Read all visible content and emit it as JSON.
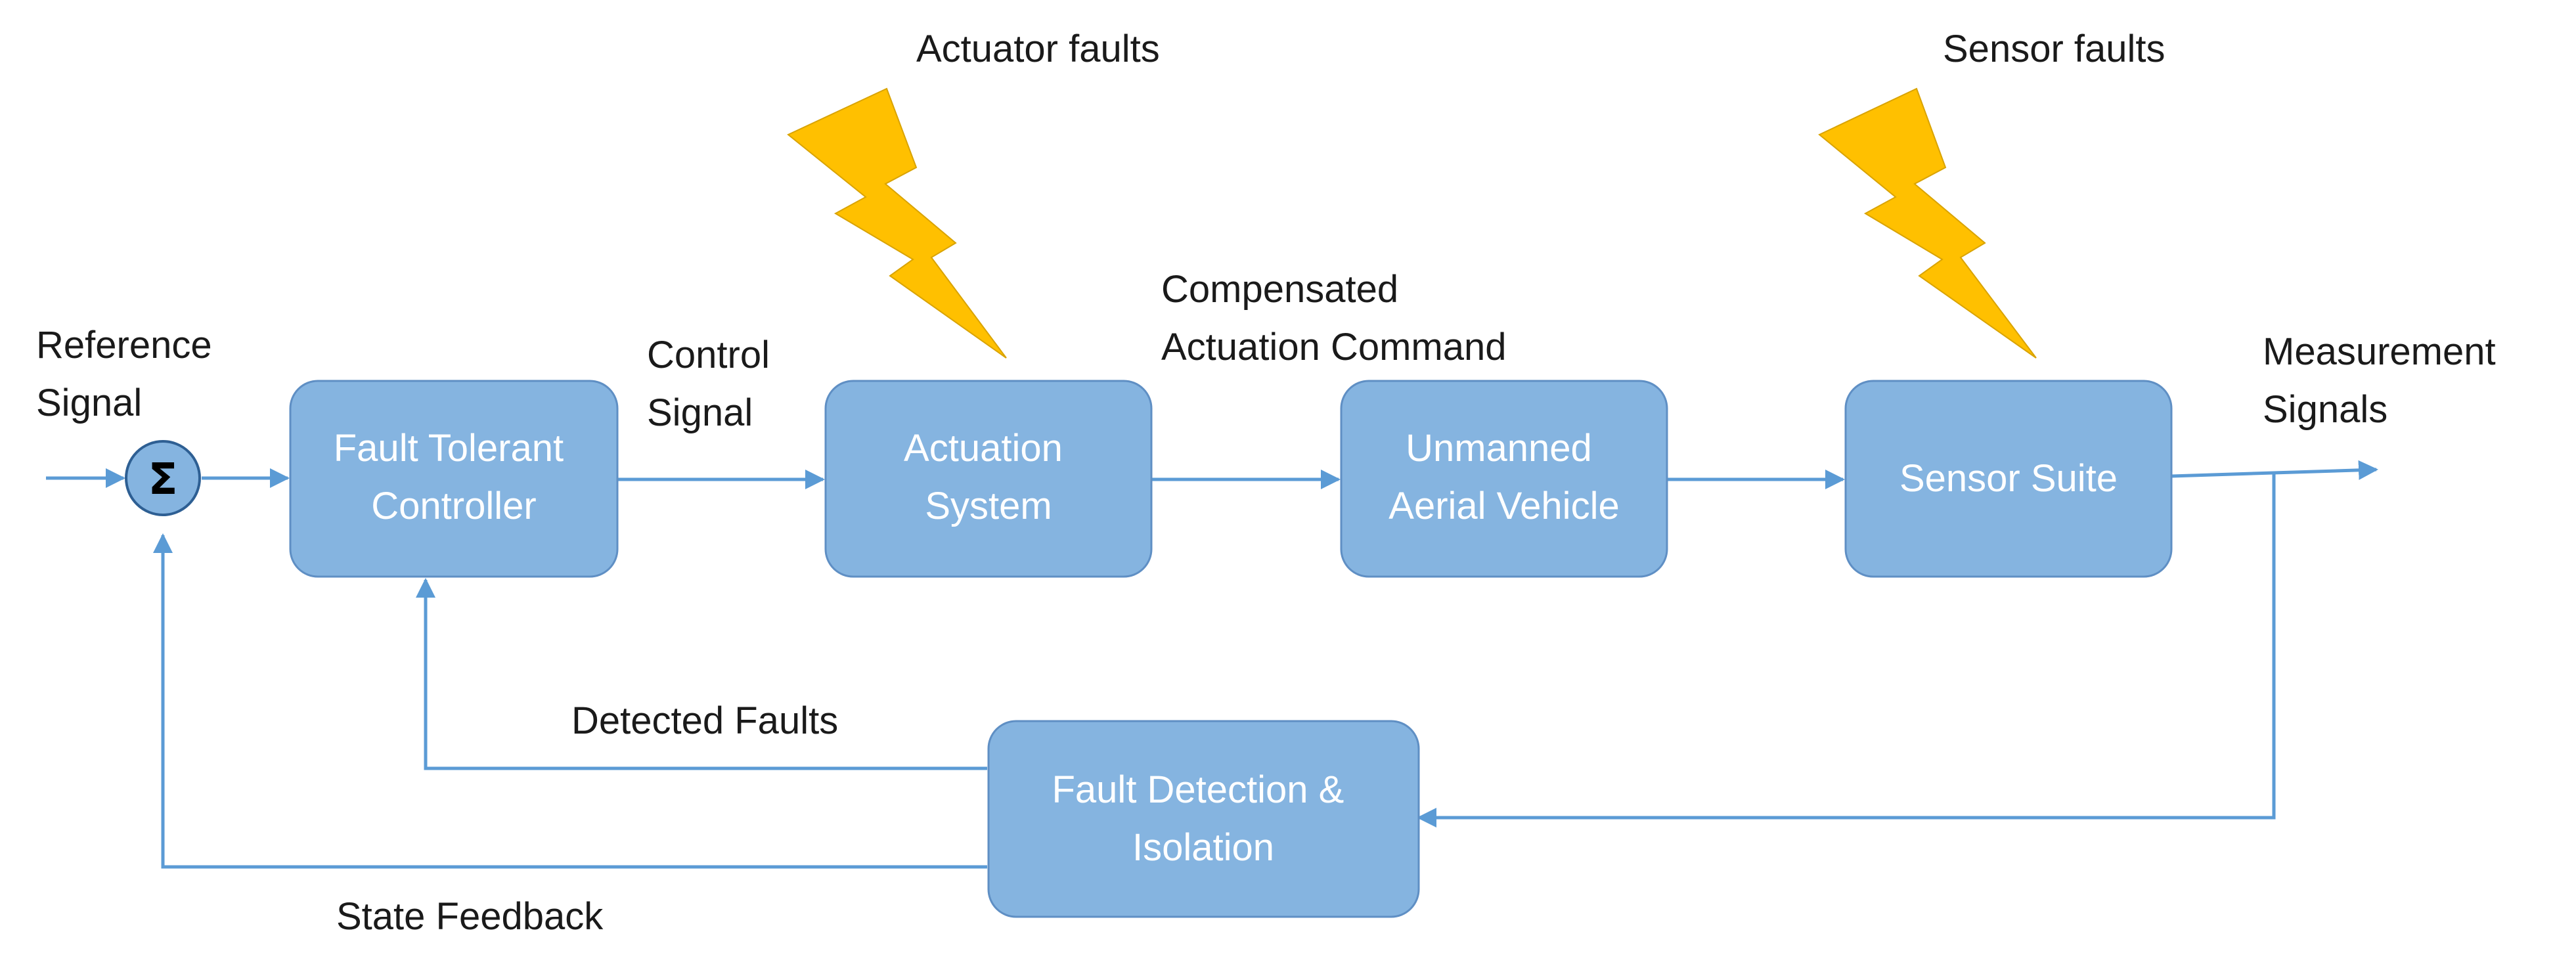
{
  "faults": {
    "actuator": "Actuator faults",
    "sensor": "Sensor faults"
  },
  "sum": {
    "symbol": "Σ"
  },
  "blocks": {
    "controller": [
      "Fault Tolerant",
      "Controller"
    ],
    "actuation": [
      "Actuation",
      "System"
    ],
    "uav": [
      "Unmanned",
      "Aerial Vehicle"
    ],
    "sensor": [
      "Sensor Suite"
    ],
    "fdi": [
      "Fault Detection &",
      "Isolation"
    ]
  },
  "signals": {
    "reference": [
      "Reference",
      "Signal"
    ],
    "control": [
      "Control",
      "Signal"
    ],
    "compensated": [
      "Compensated",
      "Actuation Command"
    ],
    "measurement": [
      "Measurement",
      "Signals"
    ],
    "detected_faults": "Detected Faults",
    "state_feedback": "State Feedback"
  },
  "colors": {
    "block_fill": "#85b4e0",
    "wire": "#5b9bd5",
    "bolt": "#ffc000"
  }
}
